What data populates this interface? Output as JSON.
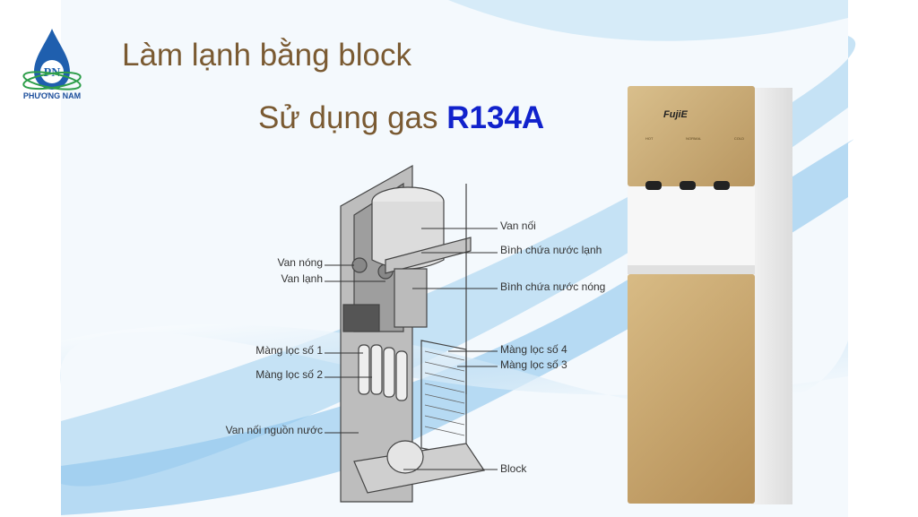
{
  "logo": {
    "text": "PHƯƠNG NAM",
    "initials": "PN"
  },
  "title": {
    "line1": "Làm lạnh bằng block",
    "line2_prefix": "Sử dụng gas",
    "line2_highlight": "R134A"
  },
  "diagram": {
    "labels_right": [
      "Van nối",
      "Bình chứa nước lạnh",
      "Bình chứa nước nóng",
      "Màng lọc số 4",
      "Màng lọc số 3",
      "Block"
    ],
    "labels_left": [
      "Van nóng",
      "Van lạnh",
      "Màng lọc số 1",
      "Màng lọc số 2",
      "Van nối nguồn nước"
    ]
  },
  "dispenser": {
    "brand": "FujiE",
    "buttons": [
      "HOT",
      "NORMAL",
      "COLD"
    ]
  },
  "colors": {
    "title": "#7a5a32",
    "highlight": "#1122cc",
    "dispenser_gold": "#c8a86e"
  }
}
